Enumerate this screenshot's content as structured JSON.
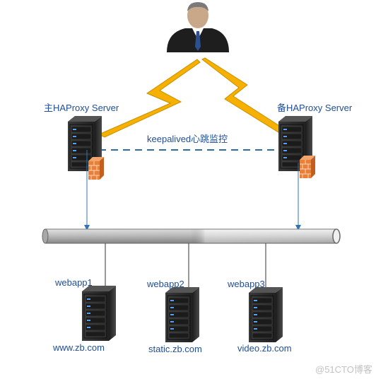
{
  "labels": {
    "master": "主HAProxy Server",
    "backup": "备HAProxy  Server",
    "heartbeat": "keepalived心跳监控"
  },
  "webapps": [
    {
      "name": "webapp1",
      "domain": "www.zb.com"
    },
    {
      "name": "webapp2",
      "domain": "static.zb.com"
    },
    {
      "name": "webapp3",
      "domain": "video.zb.com"
    }
  ],
  "watermark": "@51CTO博客",
  "icons": [
    "user-icon",
    "server-icon",
    "firewall-icon",
    "lightning-icon",
    "network-bus-icon"
  ],
  "colors": {
    "text": "#1f4e96",
    "heartbeat_line": "#2e6da4",
    "connector": "#2e75b6",
    "lightning": "#f5b000",
    "server_body": "#2f2f2f",
    "firewall": "#e8803a"
  }
}
